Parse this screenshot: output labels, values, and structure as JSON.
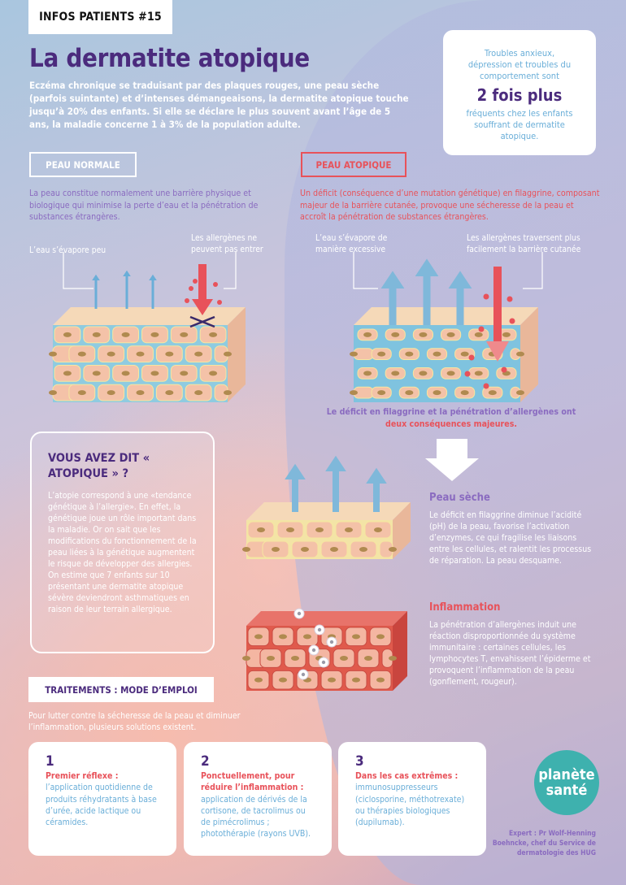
{
  "header": {
    "tag": "INFOS PATIENTS #15",
    "title": "La dermatite atopique",
    "intro": "Eczéma chronique se traduisant par des plaques rouges, une peau sèche (parfois suintante) et d’intenses démangeaisons, la dermatite atopique touche jusqu’à 20% des enfants. Si elle se déclare le plus souvent avant l’âge de 5 ans, la maladie concerne 1 à 3% de la population adulte."
  },
  "stat": {
    "before": "Troubles anxieux, dépression et troubles du comportement sont",
    "highlight": "2 fois plus",
    "after": "fréquents chez les enfants souffrant de dermatite atopique."
  },
  "normal": {
    "label": "PEAU NORMALE",
    "desc": "La peau constitue normalement une barrière physique et biologique qui minimise la perte d’eau et la pénétration de substances étrangères.",
    "note_water": "L’eau s’évapore peu",
    "note_allergens": "Les allergènes ne peuvent pas entrer"
  },
  "atopic": {
    "label": "PEAU ATOPIQUE",
    "desc": "Un déficit (conséquence d’une mutation génétique) en filaggrine, composant majeur de la barrière cutanée, provoque une sécheresse de la peau et accroît la pénétration de substances étrangères.",
    "note_water": "L’eau s’évapore de manière excessive",
    "note_allergens": "Les allergènes traversent plus facilement la barrière cutanée"
  },
  "conclusion": {
    "text": "Le déficit en filaggrine et la pénétration d’allergènes ont ",
    "highlight": "deux conséquences majeures."
  },
  "callout": {
    "title": "VOUS AVEZ DIT « ATOPIQUE » ?",
    "text": "L’atopie correspond à une «tendance génétique à l’allergie». En effet, la génétique joue un rôle important dans la maladie. Or on sait que les modifications du fonctionnement de la peau liées à la génétique augmentent le risque de développer des allergies. On estime que 7 enfants sur 10 présentant une dermatite atopique sévère deviendront asthmatiques en raison de leur terrain allergique."
  },
  "consequences": [
    {
      "title": "Peau sèche",
      "text": "Le déficit en filaggrine diminue l’acidité (pH) de la peau, favorise l’activation d’enzymes, ce qui fragilise les liaisons entre les cellules, et ralentit les processus de réparation. La peau desquame."
    },
    {
      "title": "Inflammation",
      "text": "La pénétration d’allergènes induit une réaction disproportionnée du système immunitaire : certaines cellules, les lymphocytes T, envahissent l’épiderme et provoquent l’inflammation de la peau (gonflement, rougeur)."
    }
  ],
  "treatments": {
    "label": "TRAITEMENTS : MODE D’EMPLOI",
    "intro": "Pour lutter contre la sécheresse de la peau et diminuer l’inflammation, plusieurs solutions existent.",
    "cards": [
      {
        "number": "1",
        "title": "Premier réflexe :",
        "text": "l’application quotidienne de produits réhydratants à base d’urée, acide lactique ou céramides."
      },
      {
        "number": "2",
        "title": "Ponctuellement, pour réduire l’inflammation :",
        "text": "application de dérivés de la cortisone,  de tacrolimus ou de pimécrolimus ; photothérapie (rayons UVB)."
      },
      {
        "number": "3",
        "title": "Dans les cas extrêmes :",
        "text": "immunosuppresseurs (ciclosporine, méthotrexate) ou thérapies biologiques (dupilumab)."
      }
    ]
  },
  "logo": {
    "line1": "planète",
    "line2": "santé"
  },
  "expert": "Expert : Pr Wolf-Henning Boehncke, chef du Service de dermatologie des HUG",
  "colors": {
    "purple": "#4b2b7d",
    "red": "#e8525a",
    "blue": "#6aaed8",
    "teal": "#3eb1ae"
  }
}
